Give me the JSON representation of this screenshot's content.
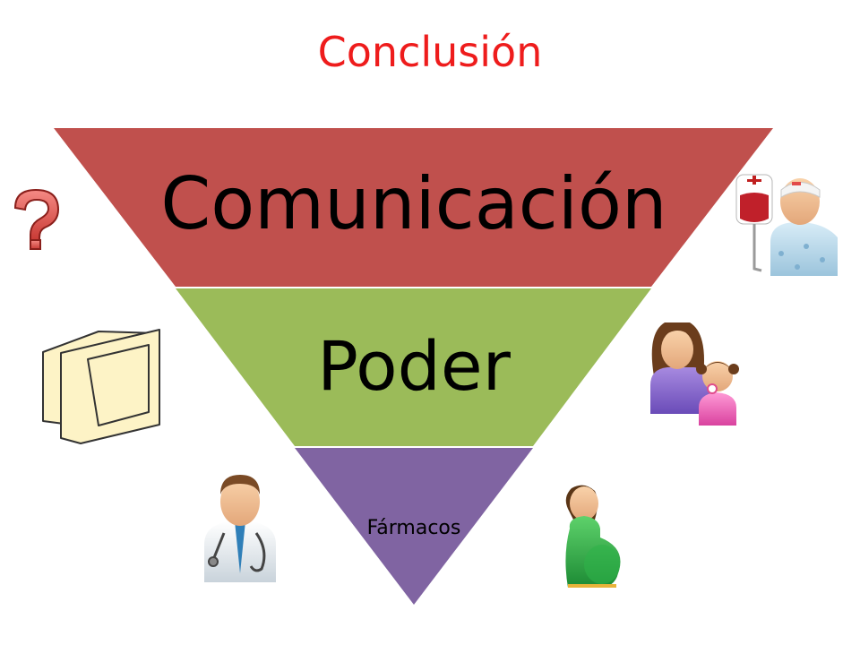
{
  "slide": {
    "title": "Conclusión",
    "title_color": "#ee1c1c"
  },
  "pyramid": {
    "layers": [
      {
        "label": "Comunicación",
        "color": "#c0504d"
      },
      {
        "label": "Poder",
        "color": "#9bbb59"
      },
      {
        "label": "Fármacos",
        "color": "#8064a2"
      }
    ]
  },
  "icons": {
    "question": "question-mark-icon",
    "computer": "computer-monitor-icon",
    "doctor": "doctor-icon",
    "patient": "patient-with-blood-bag-icon",
    "mother_child": "mother-and-child-icon",
    "pregnant": "pregnant-woman-icon"
  },
  "colors": {
    "question": "#e8504a",
    "computer_fill": "#fdf3c6",
    "computer_stroke": "#333333"
  }
}
